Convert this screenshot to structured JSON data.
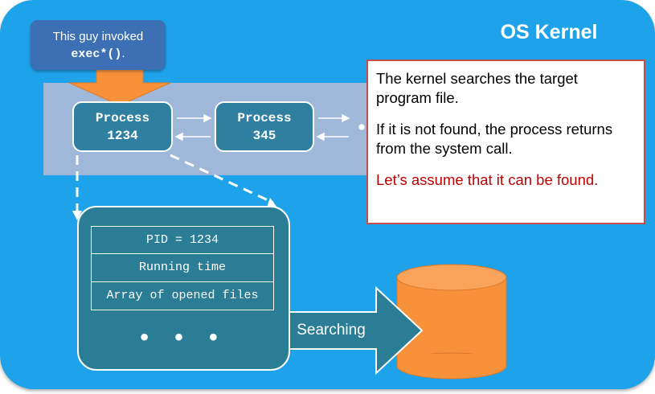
{
  "kernel": {
    "title": "OS Kernel"
  },
  "invoker": {
    "line1": "This guy invoked",
    "code": "exec*()",
    "suffix": "."
  },
  "processes": [
    {
      "label": "Process",
      "pid": "1234"
    },
    {
      "label": "Process",
      "pid": "345"
    }
  ],
  "callout": {
    "line1": "The kernel searches the target program file.",
    "line2": "If it is not found, the process returns from the system call.",
    "line3": "Let’s assume that it can be found."
  },
  "pcb": {
    "rows": [
      "PID = 1234",
      "Running time",
      "Array of opened files"
    ],
    "ellipsis": "• • •"
  },
  "search": {
    "label": "Searching"
  },
  "colors": {
    "kernel": "#1ea3ea",
    "process": "#2e7fa0",
    "arrow": "#f7923b",
    "disk": "#f7923b",
    "callout_border": "#c0504d",
    "callout_red": "#c00000"
  }
}
